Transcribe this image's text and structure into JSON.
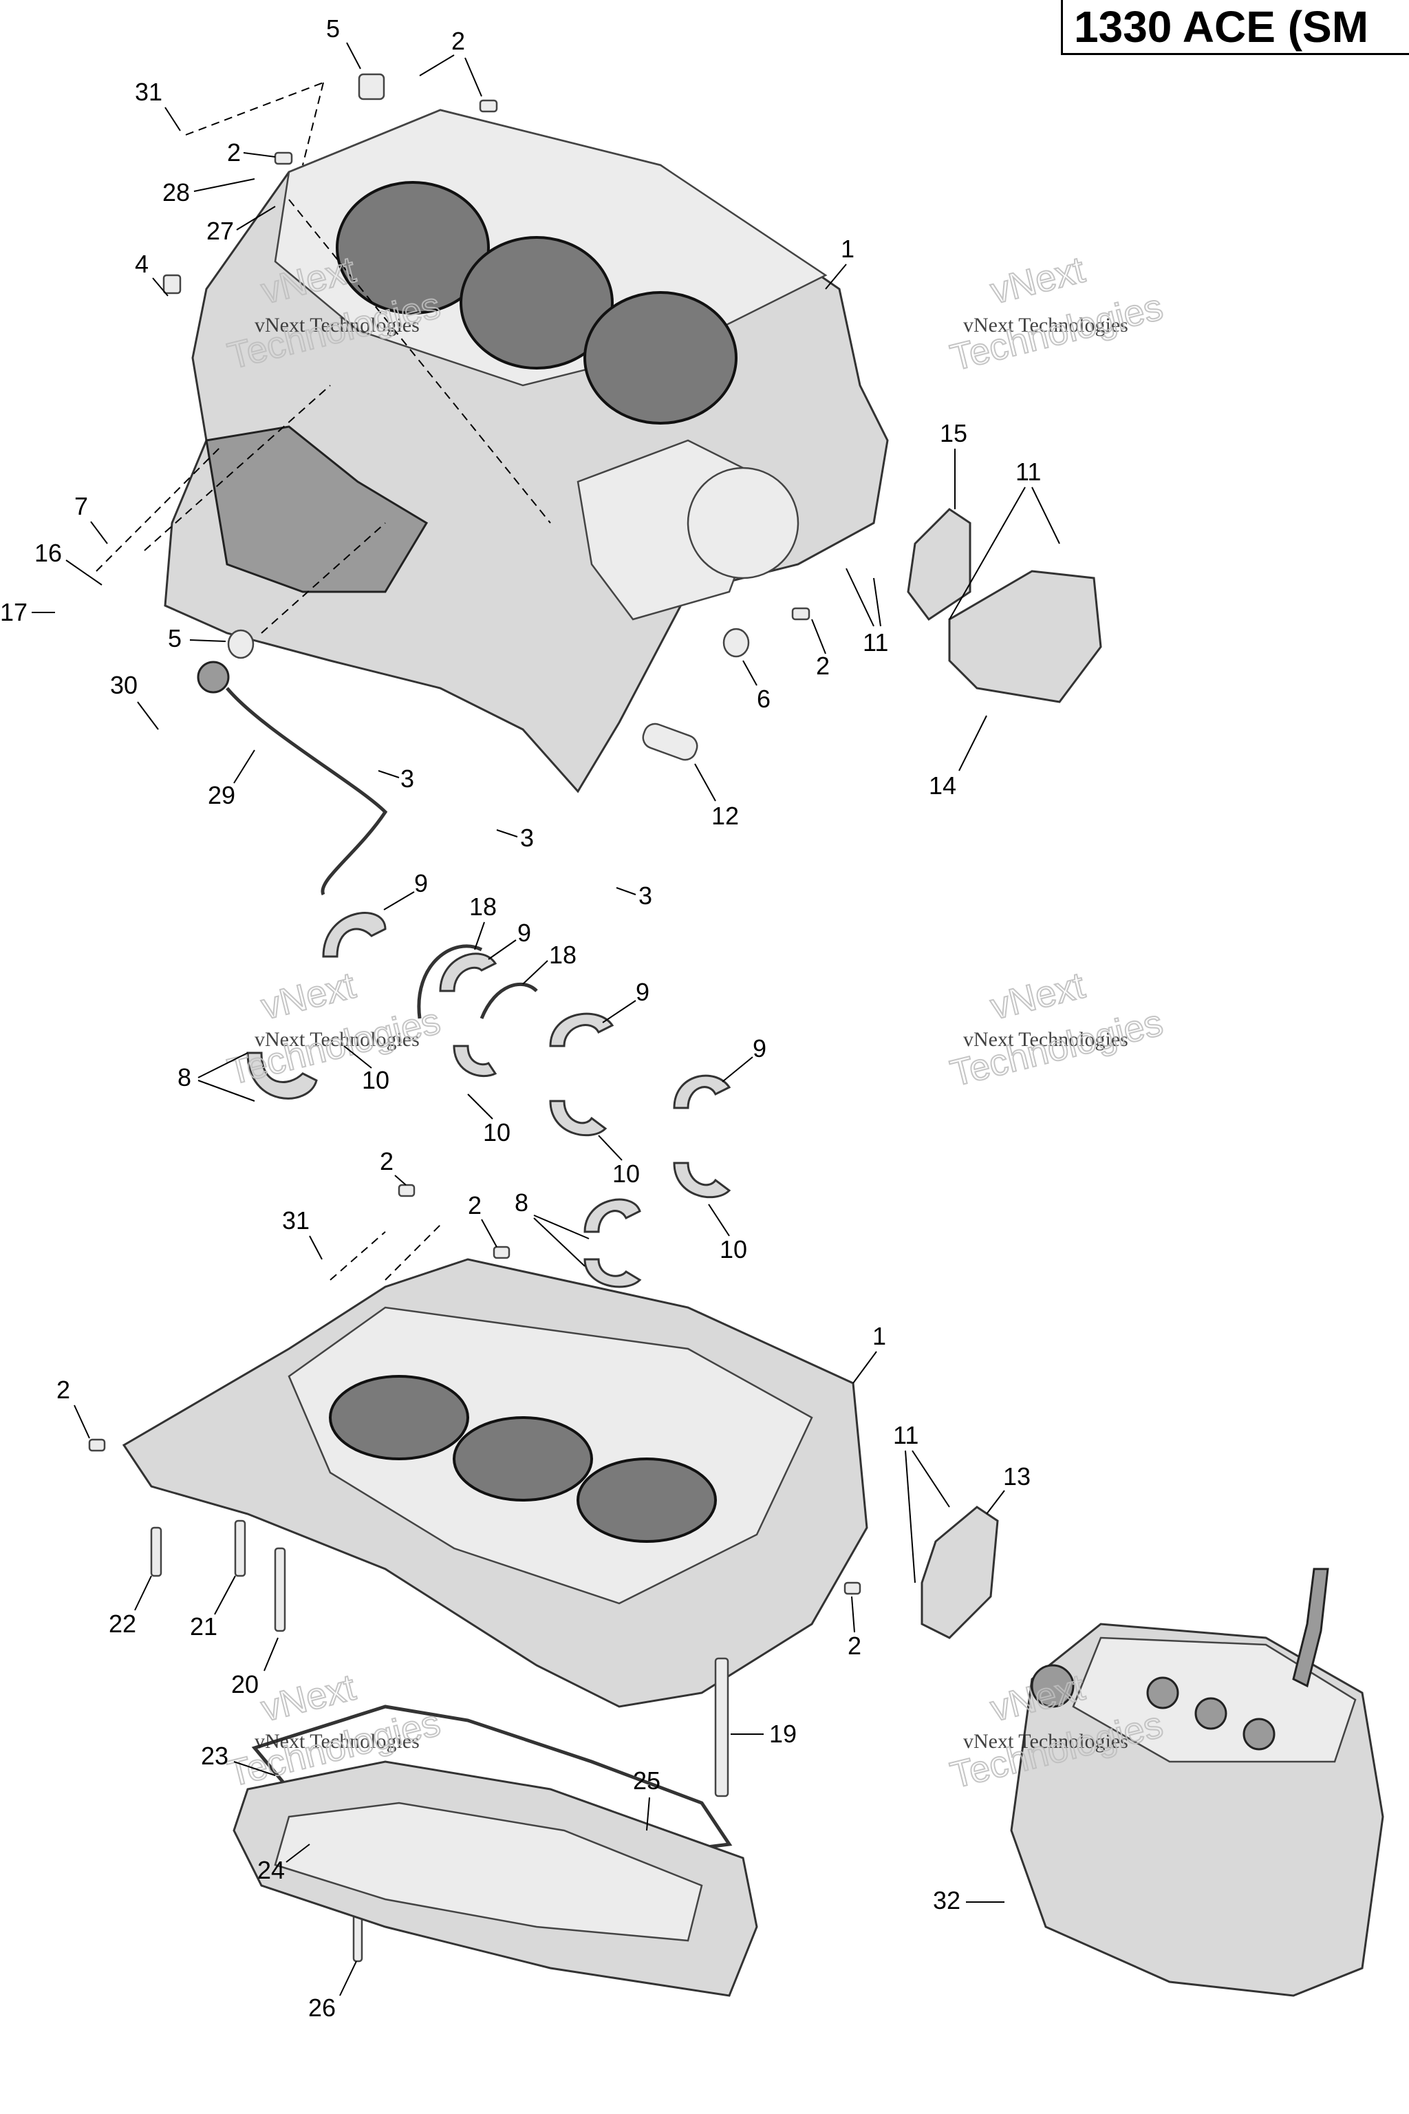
{
  "header": {
    "title": "1330 ACE (SM"
  },
  "watermark": {
    "line1": "vNext Technologies",
    "line2": "vNext",
    "line3": "Technologies"
  },
  "callouts": [
    "1",
    "2",
    "3",
    "4",
    "5",
    "6",
    "7",
    "8",
    "9",
    "10",
    "11",
    "12",
    "13",
    "14",
    "15",
    "16",
    "17",
    "18",
    "19",
    "20",
    "21",
    "22",
    "23",
    "24",
    "25",
    "26",
    "27",
    "28",
    "29",
    "30",
    "31",
    "32"
  ]
}
